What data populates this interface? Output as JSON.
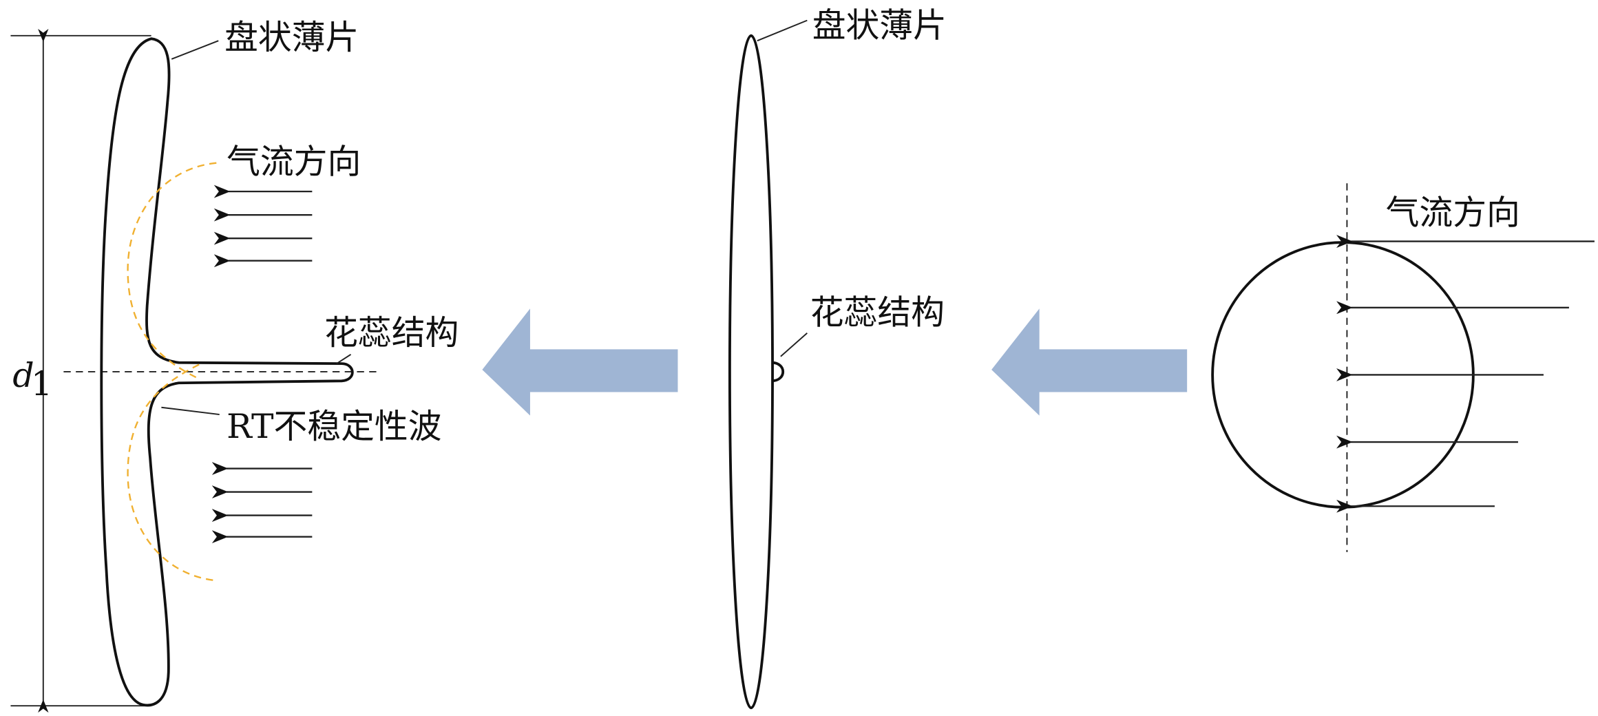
{
  "left_panel": {
    "disk_label": "盘状薄片",
    "airflow_label": "气流方向",
    "stamen_label": "花蕊结构",
    "rt_wave_label": "RT不稳定性波",
    "dimension_label": "d",
    "dimension_subscript": "1"
  },
  "middle_panel": {
    "disk_label": "盘状薄片",
    "stamen_label": "花蕊结构"
  },
  "right_panel": {
    "airflow_label": "气流方向"
  },
  "colors": {
    "process_arrow": "#9fb5d4",
    "rt_wave_outline": "#f0b030",
    "ink": "#111111"
  }
}
